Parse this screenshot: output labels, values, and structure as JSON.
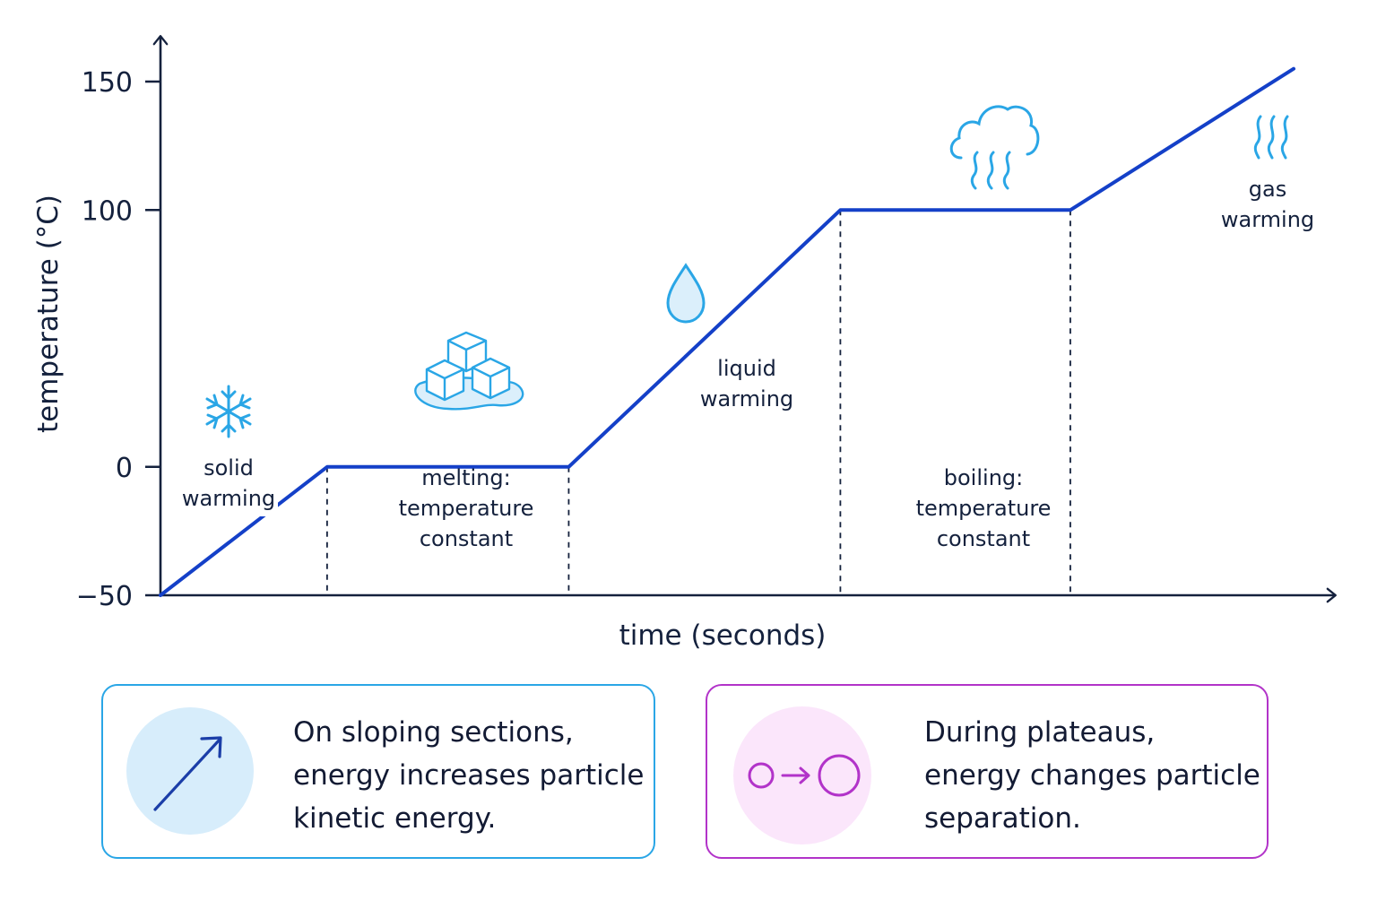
{
  "chart_data": {
    "type": "line",
    "title": "",
    "xlabel": "time (seconds)",
    "ylabel": "temperature (°C)",
    "yticks": [
      {
        "value": -50,
        "label": "−50"
      },
      {
        "value": 0,
        "label": "0"
      },
      {
        "value": 100,
        "label": "100"
      },
      {
        "value": 150,
        "label": "150"
      }
    ],
    "ylim": [
      -50,
      150
    ],
    "series": [
      {
        "points": [
          {
            "x": 0,
            "y": -50
          },
          {
            "x": 1,
            "y": 0
          },
          {
            "x": 2.45,
            "y": 0
          },
          {
            "x": 4.08,
            "y": 100
          },
          {
            "x": 5.46,
            "y": 100
          },
          {
            "x": 6.8,
            "y": 155
          }
        ]
      }
    ],
    "xlim": [
      0,
      6.8
    ],
    "grid": false,
    "colors": {
      "line": "#1440c8",
      "axis": "#14213d",
      "icon": "#2aa6e6",
      "icon_fill": "#dbeffb"
    },
    "annotations": [
      {
        "id": "solid",
        "lines": [
          "solid",
          "warming"
        ],
        "icon": "snowflake-icon"
      },
      {
        "id": "melting",
        "lines": [
          "melting:",
          "temperature",
          "constant"
        ],
        "icon": "ice-cubes-icon"
      },
      {
        "id": "liquid",
        "lines": [
          "liquid",
          "warming"
        ],
        "icon": "water-drop-icon"
      },
      {
        "id": "boiling",
        "lines": [
          "boiling:",
          "temperature",
          "constant"
        ],
        "icon": "steam-cloud-icon"
      },
      {
        "id": "gas",
        "lines": [
          "gas",
          "warming"
        ],
        "icon": "vapor-icon"
      }
    ]
  },
  "cards": {
    "kinetic": {
      "text": "On sloping sections,\nenergy increases particle\nkinetic energy.",
      "icon": "arrow-up-right-icon",
      "border_color": "#2aa6e6",
      "icon_bg": "#d7edfb",
      "icon_color": "#1b3ea8"
    },
    "separation": {
      "text": "During plateaus,\nenergy changes particle\nseparation.",
      "icon": "particle-expansion-icon",
      "border_color": "#b233c9",
      "icon_bg": "#fbe6fb",
      "icon_color": "#b233c9"
    }
  }
}
